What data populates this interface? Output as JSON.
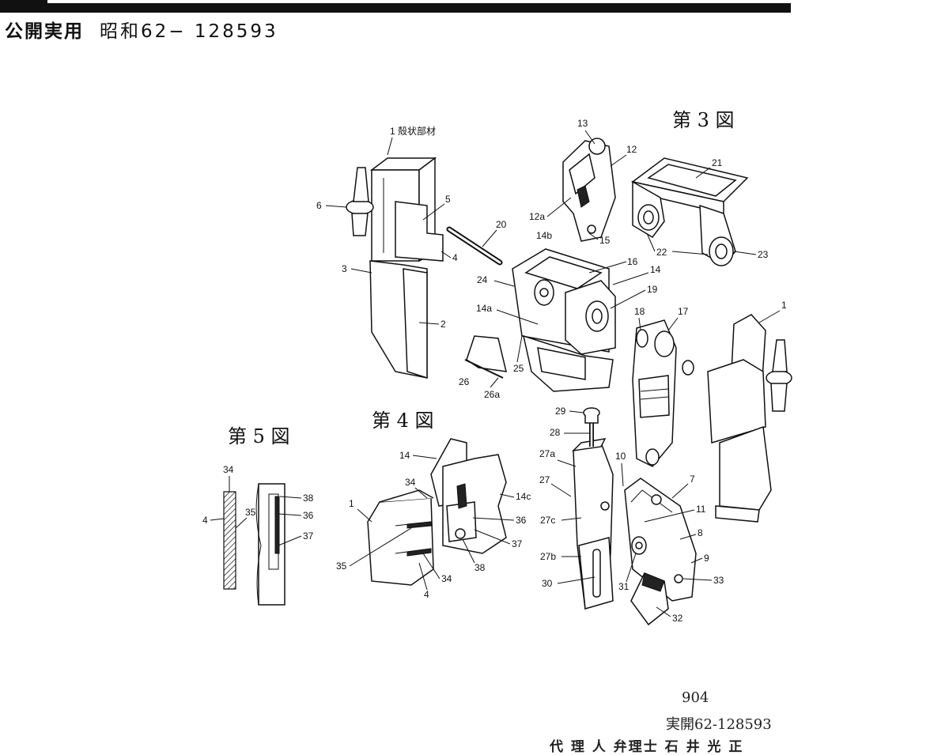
{
  "header": {
    "kind": "公開実用",
    "number": "昭和62− 128593"
  },
  "figures": {
    "fig3_title": "第 3 図",
    "fig4_title": "第 4 図",
    "fig5_title": "第 5 図"
  },
  "fig3_labels": {
    "l1_shell": "1 殻状部材",
    "l13": "13",
    "l12": "12",
    "l12a": "12a",
    "l14b": "14b",
    "l15": "15",
    "l21": "21",
    "l22": "22",
    "l23": "23",
    "l6": "6",
    "l5": "5",
    "l4": "4",
    "l3": "3",
    "l2": "2",
    "l20": "20",
    "l16": "16",
    "l14": "14",
    "l24": "24",
    "l19": "19",
    "l14a": "14a",
    "l25": "25",
    "l26": "26",
    "l26a": "26a",
    "l18": "18",
    "l17": "17",
    "l1b": "1",
    "l29": "29",
    "l28": "28",
    "l27a": "27a",
    "l10": "10",
    "l27": "27",
    "l7": "7",
    "l11": "11",
    "l27c": "27c",
    "l8": "8",
    "l27b": "27b",
    "l9": "9",
    "l30": "30",
    "l31": "31",
    "l33": "33",
    "l32": "32"
  },
  "fig4_labels": {
    "l14": "14",
    "l34a": "34",
    "l14c": "14c",
    "l1": "1",
    "l36": "36",
    "l37": "37",
    "l35": "35",
    "l38": "38",
    "l34b": "34",
    "l4": "4"
  },
  "fig5_labels": {
    "l34": "34",
    "l4": "4",
    "l35": "35",
    "l38": "38",
    "l36": "36",
    "l37": "37"
  },
  "footer": {
    "page": "904",
    "ref": "実開62-128593",
    "agent": "代 理 人 弁理士 石 井 光 正"
  }
}
